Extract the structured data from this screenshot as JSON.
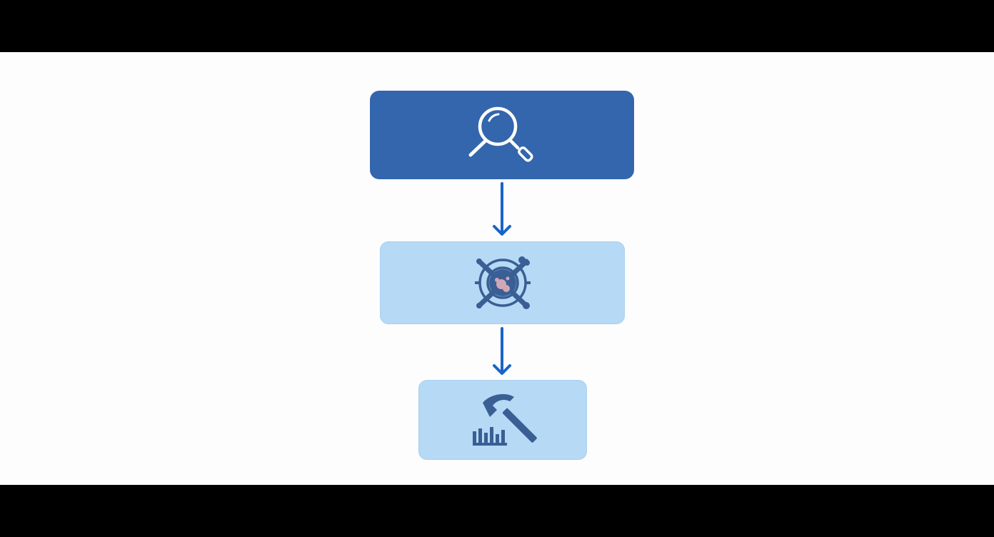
{
  "diagram": {
    "type": "vertical-flowchart",
    "colors": {
      "background": "#fdfdfd",
      "letterbox": "#000000",
      "primary_box": "#3366ac",
      "secondary_box": "#b6d9f5",
      "arrow": "#1a63c9",
      "icon_light": "#ffffff",
      "icon_dark": "#3a5f95",
      "icon_accent": "#d3a6b5"
    },
    "nodes": [
      {
        "id": "step-1",
        "icon": "magnifying-glass-icon",
        "style": "primary"
      },
      {
        "id": "step-2",
        "icon": "virus-target-icon",
        "style": "secondary"
      },
      {
        "id": "step-3",
        "icon": "hammer-tools-icon",
        "style": "secondary"
      }
    ],
    "edges": [
      {
        "from": "step-1",
        "to": "step-2",
        "direction": "down"
      },
      {
        "from": "step-2",
        "to": "step-3",
        "direction": "down"
      }
    ]
  }
}
